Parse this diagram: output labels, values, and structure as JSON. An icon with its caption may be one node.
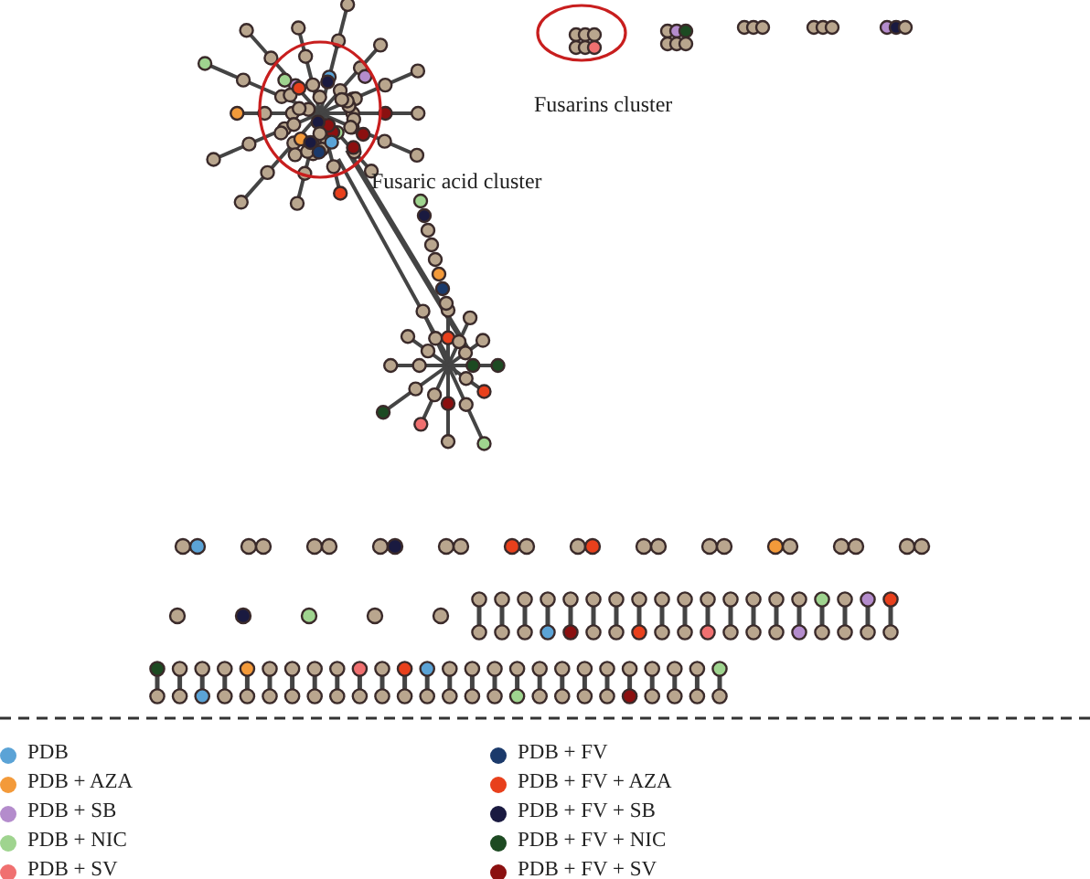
{
  "diagram": {
    "labels": [
      "Fusarins cluster",
      "Fusaric acid cluster"
    ],
    "legend": [
      {
        "text": "PDB",
        "color": "#5ba3d6"
      },
      {
        "text": "PDB + AZA",
        "color": "#f39a3a"
      },
      {
        "text": "PDB + SB",
        "color": "#b48ccc"
      },
      {
        "text": "PDB + NIC",
        "color": "#9fd48f"
      },
      {
        "text": "PDB + SV",
        "color": "#f07070"
      },
      {
        "text": "PDB + FV",
        "color": "#1b3a6b"
      },
      {
        "text": "PDB + FV + AZA",
        "color": "#e8401c"
      },
      {
        "text": "PDB + FV + SB",
        "color": "#1a1a40"
      },
      {
        "text": "PDB + FV + NIC",
        "color": "#1d4a22"
      },
      {
        "text": "PDB + FV + SV",
        "color": "#8b1010"
      }
    ]
  }
}
